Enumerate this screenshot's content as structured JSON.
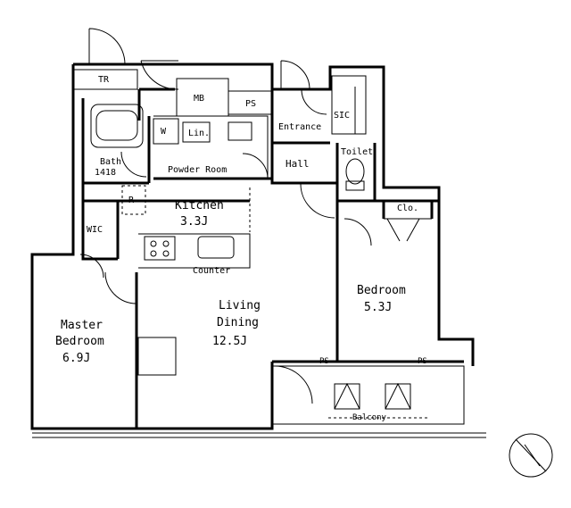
{
  "rooms": {
    "tr": "TR",
    "mb": "MB",
    "ps_top": "PS",
    "entrance": "Entrance",
    "sic": "SIC",
    "bath": "Bath",
    "bath_size": "1418",
    "w": "W",
    "lin": "Lin.",
    "powder_room": "Powder Room",
    "hall": "Hall",
    "toilet": "Toilet",
    "r": "R",
    "kitchen": "Kitchen",
    "kitchen_size": "3.3J",
    "wic": "WIC",
    "clo": "Clo.",
    "counter": "Counter",
    "living_1": "Living",
    "living_2": "Dining",
    "living_size": "12.5J",
    "master_1": "Master",
    "master_2": "Bedroom",
    "master_size": "6.9J",
    "bedroom": "Bedroom",
    "bedroom_size": "5.3J",
    "ps_left": "PS",
    "ps_right": "PS",
    "balcony": "Balcony"
  }
}
